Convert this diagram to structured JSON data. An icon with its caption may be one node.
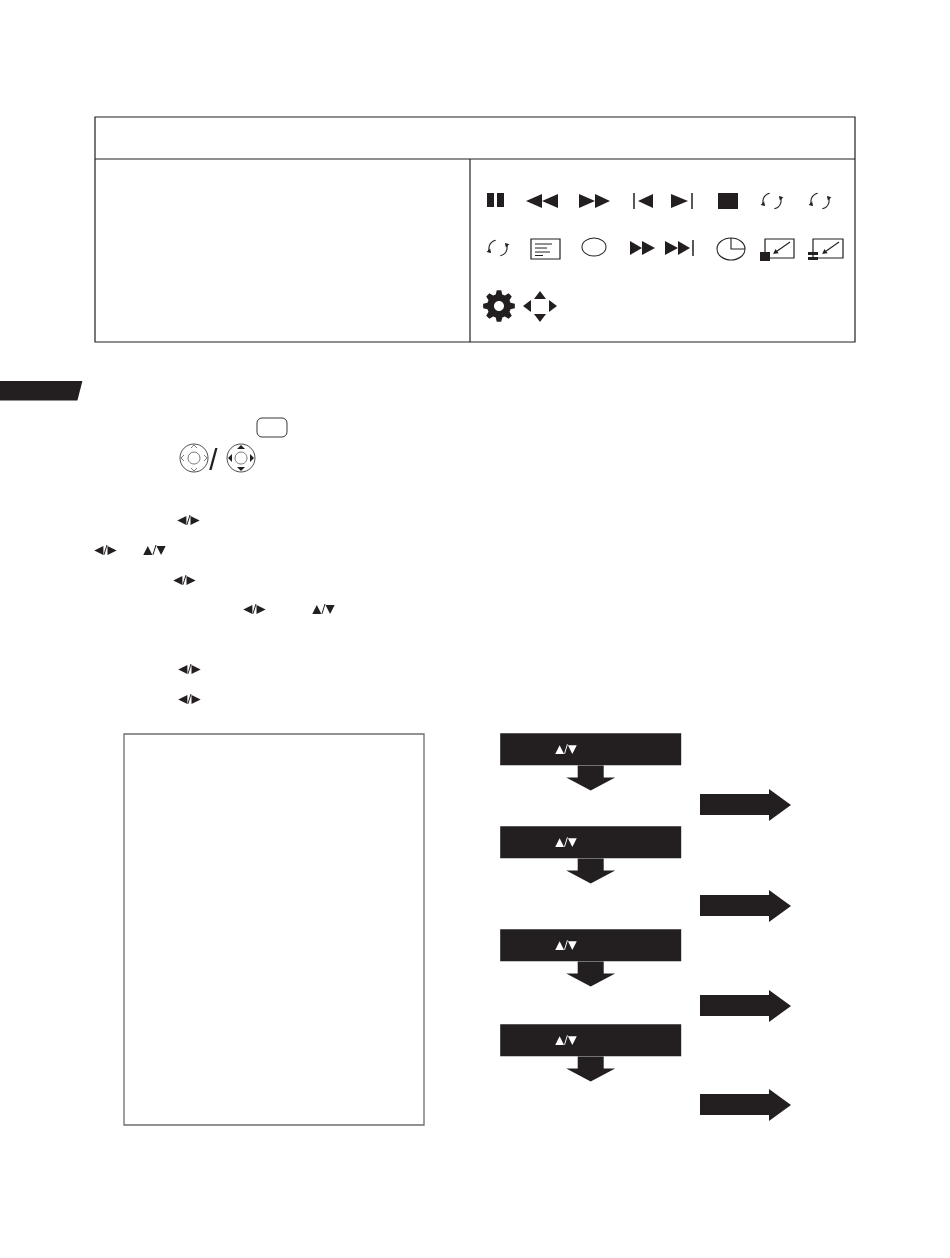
{
  "diagram": {
    "nodes": [
      {
        "text": [],
        "shape": "bar"
      },
      {
        "text": [
          "▲/▼"
        ]
      },
      {
        "text": [
          "▲/▼"
        ]
      },
      {
        "text": [
          "▲/▼"
        ]
      },
      {
        "text": [
          "▲/▼"
        ]
      }
    ],
    "edges": [
      {
        "from": 1,
        "to": null,
        "arrow": "to"
      },
      {
        "from": 2,
        "to": null,
        "arrow": "to"
      },
      {
        "from": 3,
        "to": null,
        "arrow": "to"
      },
      {
        "from": 4,
        "to": null,
        "arrow": "to"
      }
    ],
    "labels": [
      "/",
      "◀/▶",
      "◀/▶",
      "▲/▼",
      "◀/▶",
      "◀/▶",
      "▲/▼",
      "◀/▶",
      "◀/▶"
    ]
  }
}
